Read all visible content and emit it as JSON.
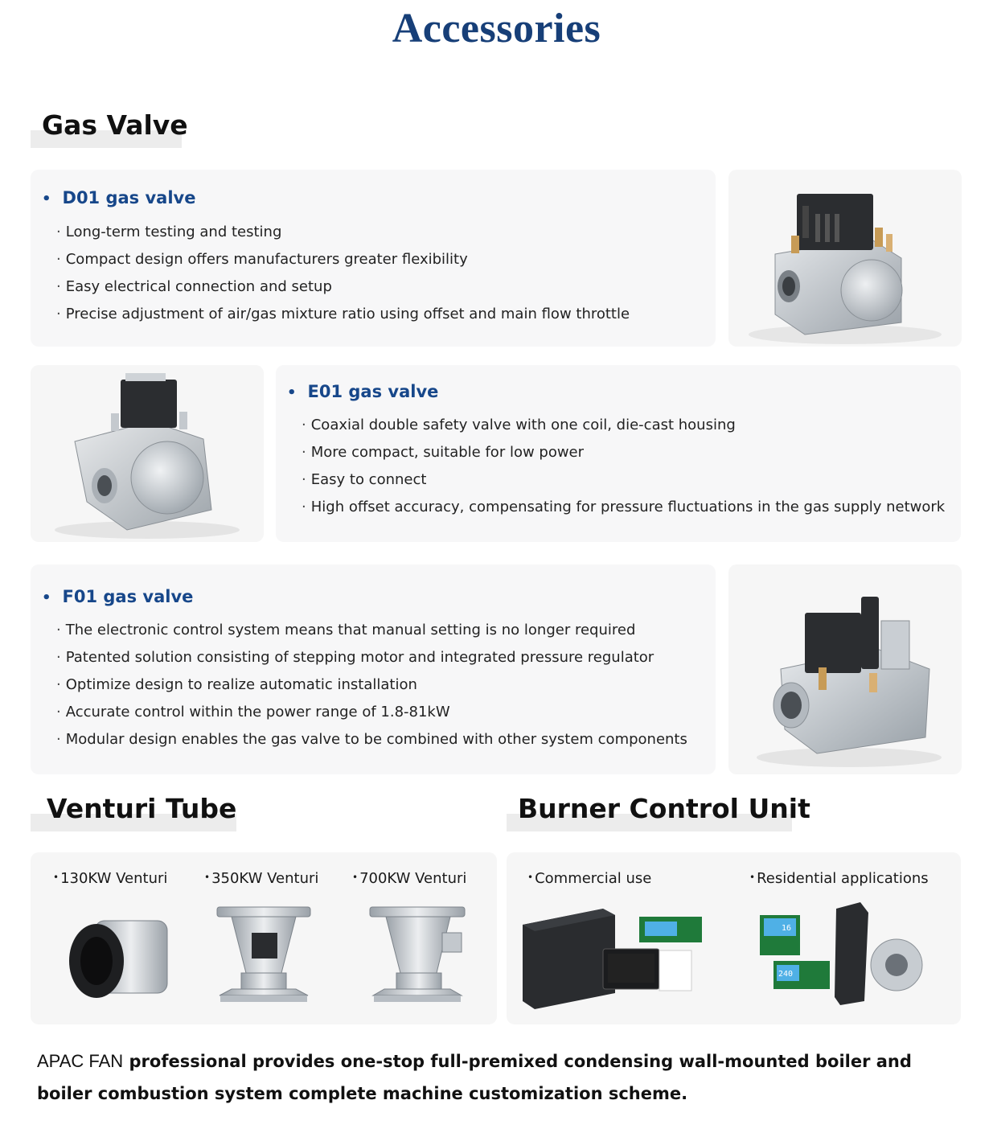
{
  "page_title": "Accessories",
  "gas_valve": {
    "heading": "Gas Valve",
    "products": [
      {
        "name": "D01 gas valve",
        "features": [
          "Long-term testing and testing",
          "Compact design offers manufacturers greater flexibility",
          "Easy electrical connection and setup",
          "Precise adjustment of air/gas mixture ratio using offset and main flow throttle"
        ]
      },
      {
        "name": "E01 gas valve",
        "features": [
          "Coaxial double safety valve with one coil, die-cast housing",
          "More compact, suitable for low power",
          "Easy to connect",
          "High offset accuracy, compensating for pressure fluctuations in the gas supply network"
        ]
      },
      {
        "name": "F01 gas valve",
        "features": [
          "The electronic control system means that manual setting is no longer required",
          "Patented solution consisting of stepping motor and integrated pressure regulator",
          "Optimize design to realize automatic installation",
          "Accurate control within the power range of 1.8-81kW",
          "Modular design enables the gas valve to be combined with other system components"
        ]
      }
    ]
  },
  "venturi": {
    "heading": "Venturi Tube",
    "items": [
      "130KW Venturi",
      "350KW Venturi",
      "700KW Venturi"
    ]
  },
  "burner_control": {
    "heading": "Burner Control Unit",
    "items": [
      "Commercial use",
      "Residential applications"
    ],
    "display_values": [
      "16",
      "240"
    ]
  },
  "footer": {
    "brand": "APAC FAN",
    "text": " professional provides one-stop full-premixed condensing wall-mounted boiler and boiler combustion system complete machine customization scheme."
  }
}
